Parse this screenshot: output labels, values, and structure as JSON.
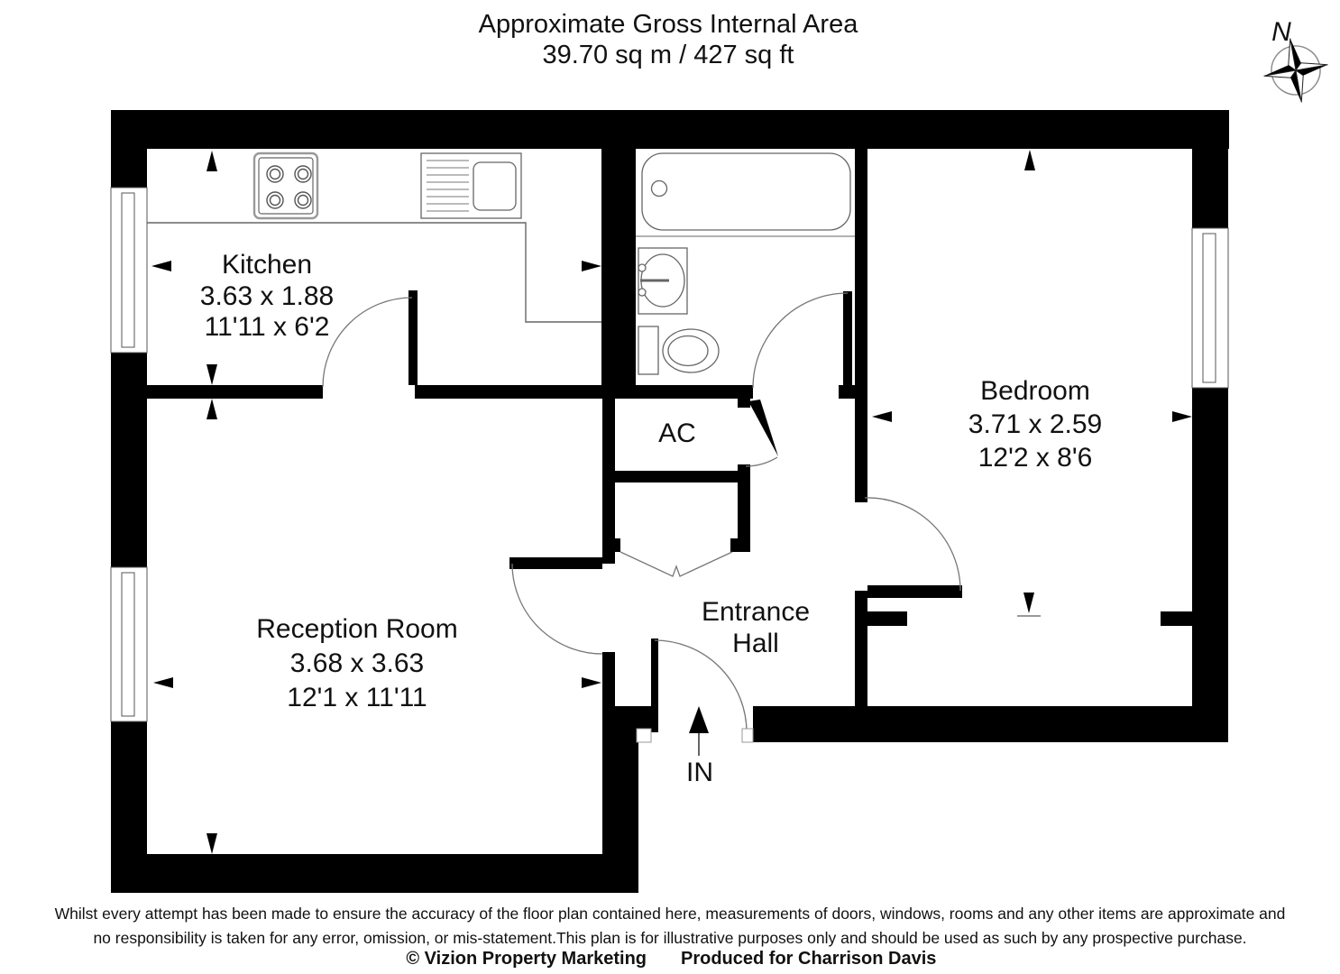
{
  "title": {
    "line1": "Approximate Gross Internal Area",
    "line2": "39.70 sq m / 427 sq ft"
  },
  "compass": {
    "north_label": "N"
  },
  "rooms": {
    "kitchen": {
      "name": "Kitchen",
      "size_metric": "3.63 x 1.88",
      "size_imperial": "11'11 x 6'2"
    },
    "reception": {
      "name": "Reception Room",
      "size_metric": "3.68 x 3.63",
      "size_imperial": "12'1 x 11'11"
    },
    "bedroom": {
      "name": "Bedroom",
      "size_metric": "3.71 x 2.59",
      "size_imperial": "12'2 x 8'6"
    },
    "entrance_hall": {
      "name_line1": "Entrance",
      "name_line2": "Hall"
    },
    "ac_cupboard": {
      "name": "AC"
    }
  },
  "entrance": {
    "in_label": "IN"
  },
  "footer": {
    "disclaimer_line1": "Whilst every attempt has been made to ensure the accuracy of the floor plan contained here, measurements of doors, windows, rooms and any other items are approximate and",
    "disclaimer_line2": "no responsibility is taken for any error, omission, or mis-statement.This plan is for illustrative purposes only and should be used as such by any prospective purchase.",
    "copyright": "© Vizion Property Marketing",
    "produced_for": "Produced for Charrison Davis"
  },
  "colors": {
    "wall": "#000000",
    "fixture_line": "#666666",
    "arc_line": "#777777",
    "background": "#ffffff"
  }
}
